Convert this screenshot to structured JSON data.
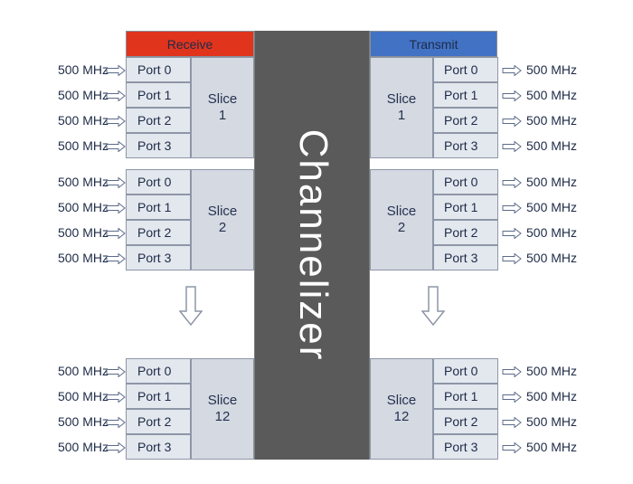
{
  "receive_header": "Receive",
  "transmit_header": "Transmit",
  "channelizer_label": "Channelizer",
  "rate": "500 MHz",
  "colors": {
    "receive": "#e0341d",
    "transmit": "#4272c4",
    "channelizer": "#5a5a5a",
    "slice_fill": "#d4d9e2"
  },
  "receive_slices": [
    {
      "label": "Slice\n1",
      "ports": [
        "Port 0",
        "Port 1",
        "Port 2",
        "Port 3"
      ]
    },
    {
      "label": "Slice\n2",
      "ports": [
        "Port 0",
        "Port 1",
        "Port 2",
        "Port 3"
      ]
    },
    {
      "label": "Slice\n12",
      "ports": [
        "Port 0",
        "Port 1",
        "Port 2",
        "Port 3"
      ]
    }
  ],
  "transmit_slices": [
    {
      "label": "Slice\n1",
      "ports": [
        "Port 0",
        "Port 1",
        "Port 2",
        "Port 3"
      ]
    },
    {
      "label": "Slice\n2",
      "ports": [
        "Port 0",
        "Port 1",
        "Port 2",
        "Port 3"
      ]
    },
    {
      "label": "Slice\n12",
      "ports": [
        "Port 0",
        "Port 1",
        "Port 2",
        "Port 3"
      ]
    }
  ]
}
